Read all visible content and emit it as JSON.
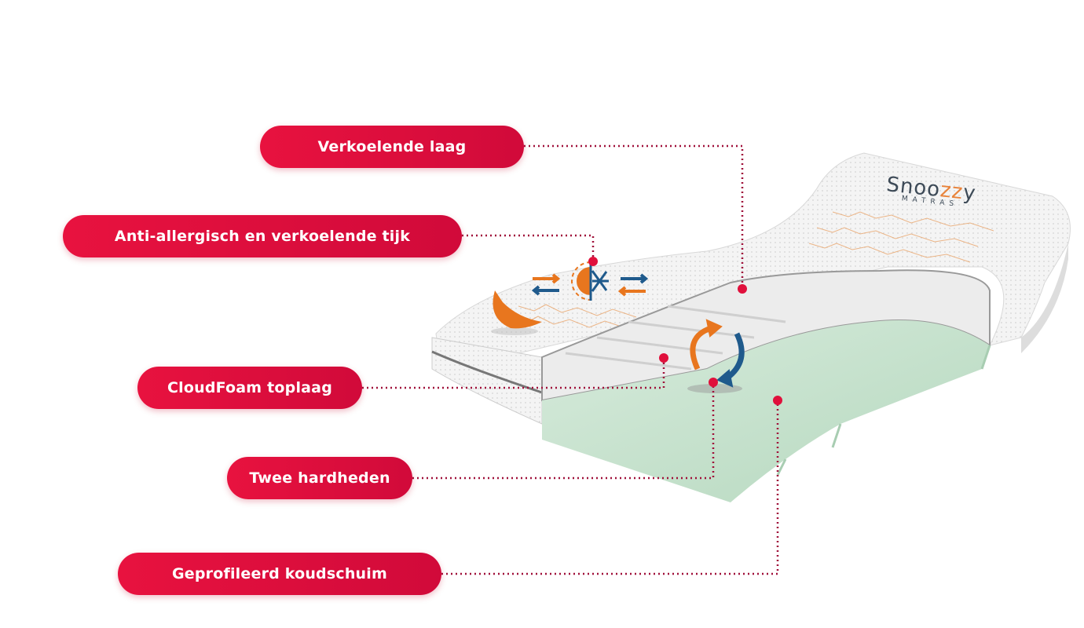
{
  "brand": {
    "name_part1": "Snoo",
    "name_accent": "zz",
    "name_part2": "y",
    "subtitle": "MATRAS"
  },
  "labels": [
    {
      "id": "cooling-layer",
      "text": "Verkoelende laag"
    },
    {
      "id": "cover",
      "text": "Anti-allergisch en verkoelende tijk"
    },
    {
      "id": "top-layer",
      "text": "CloudFoam toplaag"
    },
    {
      "id": "two-firmness",
      "text": "Twee hardheden"
    },
    {
      "id": "core",
      "text": "Geprofileerd koudschuim"
    }
  ],
  "colors": {
    "accent": "#e0103c",
    "orange": "#e8761e",
    "blue": "#1f5a8c",
    "foam_green": "#c7e3cf",
    "leader": "#a0103a"
  },
  "icons": [
    "feather-icon",
    "sun-snowflake-icon",
    "airflow-arrows-icon",
    "rotate-arrows-icon"
  ]
}
